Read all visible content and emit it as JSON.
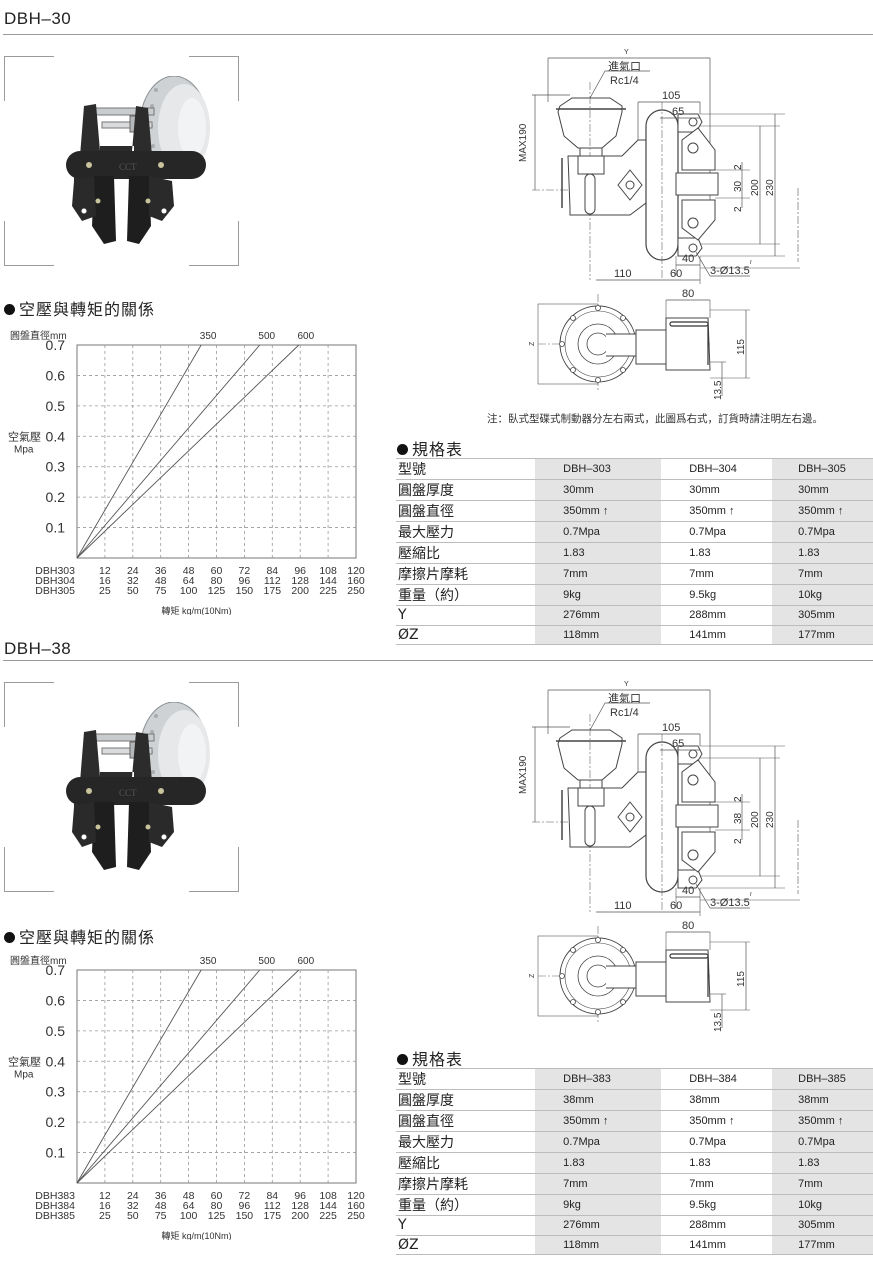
{
  "sections": [
    {
      "title": "DBH–30",
      "photo_alt": "DBH-30 pneumatic disc brake caliper photo",
      "chart_heading": "空壓與轉矩的關係",
      "spec_heading": "規格表",
      "drawing": {
        "inlet_label": "進氣口",
        "inlet_thread": "Rc1/4",
        "dim_y": "Y",
        "dim_max190": "MAX190",
        "dim_105": "105",
        "dim_65": "65",
        "dim_2a": "2",
        "dim_gap": "30",
        "dim_2b": "2",
        "dim_200": "200",
        "dim_230": "230",
        "dim_40": "40",
        "dim_110": "110",
        "dim_60": "60",
        "dim_holes": "3-Ø13.5",
        "dim_r": "r",
        "dim_80": "80",
        "dim_z": "Z",
        "dim_115": "115",
        "dim_13_5": "13.5"
      },
      "note": "注：臥式型碟式制動器分左右兩式，此圖爲右式，訂貨時請注明左右邊。",
      "spec_table": {
        "rows": [
          {
            "label": "型號",
            "values": [
              "DBH–303",
              "DBH–304",
              "DBH–305"
            ]
          },
          {
            "label": "圓盤厚度",
            "values": [
              "30mm",
              "30mm",
              "30mm"
            ]
          },
          {
            "label": "圓盤直徑",
            "values": [
              "350mm ↑",
              "350mm ↑",
              "350mm ↑"
            ]
          },
          {
            "label": "最大壓力",
            "values": [
              "0.7Mpa",
              "0.7Mpa",
              "0.7Mpa"
            ]
          },
          {
            "label": "壓縮比",
            "values": [
              "1.83",
              "1.83",
              "1.83"
            ]
          },
          {
            "label": "摩擦片摩耗",
            "values": [
              "7mm",
              "7mm",
              "7mm"
            ]
          },
          {
            "label": "重量（約）",
            "values": [
              "9kg",
              "9.5kg",
              "10kg"
            ]
          },
          {
            "label": "Y",
            "values": [
              "276mm",
              "288mm",
              "305mm"
            ]
          },
          {
            "label": "ØZ",
            "values": [
              "118mm",
              "141mm",
              "177mm"
            ]
          }
        ]
      }
    },
    {
      "title": "DBH–38",
      "photo_alt": "DBH-38 pneumatic disc brake caliper photo",
      "chart_heading": "空壓與轉矩的關係",
      "spec_heading": "規格表",
      "drawing": {
        "inlet_label": "進氣口",
        "inlet_thread": "Rc1/4",
        "dim_y": "Y",
        "dim_max190": "MAX190",
        "dim_105": "105",
        "dim_65": "65",
        "dim_2a": "2",
        "dim_gap": "38",
        "dim_2b": "2",
        "dim_200": "200",
        "dim_230": "230",
        "dim_40": "40",
        "dim_110": "110",
        "dim_60": "60",
        "dim_holes": "3-Ø13.5",
        "dim_r": "r",
        "dim_80": "80",
        "dim_z": "Z",
        "dim_115": "115",
        "dim_13_5": "13.5"
      },
      "note": "",
      "spec_table": {
        "rows": [
          {
            "label": "型號",
            "values": [
              "DBH–383",
              "DBH–384",
              "DBH–385"
            ]
          },
          {
            "label": "圓盤厚度",
            "values": [
              "38mm",
              "38mm",
              "38mm"
            ]
          },
          {
            "label": "圓盤直徑",
            "values": [
              "350mm ↑",
              "350mm ↑",
              "350mm ↑"
            ]
          },
          {
            "label": "最大壓力",
            "values": [
              "0.7Mpa",
              "0.7Mpa",
              "0.7Mpa"
            ]
          },
          {
            "label": "壓縮比",
            "values": [
              "1.83",
              "1.83",
              "1.83"
            ]
          },
          {
            "label": "摩擦片摩耗",
            "values": [
              "7mm",
              "7mm",
              "7mm"
            ]
          },
          {
            "label": "重量（約）",
            "values": [
              "9kg",
              "9.5kg",
              "10kg"
            ]
          },
          {
            "label": "Y",
            "values": [
              "276mm",
              "288mm",
              "305mm"
            ]
          },
          {
            "label": "ØZ",
            "values": [
              "118mm",
              "141mm",
              "177mm"
            ]
          }
        ]
      }
    }
  ],
  "chart_data": [
    {
      "type": "line",
      "title": "空壓與轉矩的關係",
      "top_label": "圓盤直徑mm",
      "ylabel": "空氣壓",
      "ylabel_unit": "Mpa",
      "xlabel": "轉矩  kg/m(10Nm)",
      "ylim": [
        0,
        0.7
      ],
      "yticks": [
        "0.1",
        "0.2",
        "0.3",
        "0.4",
        "0.5",
        "0.6",
        "0.7"
      ],
      "grid": true,
      "x_rows": [
        {
          "model": "DBH303",
          "ticks": [
            "12",
            "24",
            "36",
            "48",
            "60",
            "72",
            "84",
            "96",
            "108",
            "120"
          ]
        },
        {
          "model": "DBH304",
          "ticks": [
            "16",
            "32",
            "48",
            "64",
            "80",
            "96",
            "112",
            "128",
            "144",
            "160"
          ]
        },
        {
          "model": "DBH305",
          "ticks": [
            "25",
            "50",
            "75",
            "100",
            "125",
            "150",
            "175",
            "200",
            "225",
            "250"
          ]
        }
      ],
      "xlim_grid_units": [
        0,
        10
      ],
      "series": [
        {
          "name": "350",
          "x_grid_units": [
            0,
            4.45
          ],
          "y": [
            0,
            0.7
          ]
        },
        {
          "name": "500",
          "x_grid_units": [
            0,
            6.55
          ],
          "y": [
            0,
            0.7
          ]
        },
        {
          "name": "600",
          "x_grid_units": [
            0,
            7.95
          ],
          "y": [
            0,
            0.7
          ]
        }
      ]
    },
    {
      "type": "line",
      "title": "空壓與轉矩的關係",
      "top_label": "圓盤直徑mm",
      "ylabel": "空氣壓",
      "ylabel_unit": "Mpa",
      "xlabel": "轉矩  kg/m(10Nm)",
      "ylim": [
        0,
        0.7
      ],
      "yticks": [
        "0.1",
        "0.2",
        "0.3",
        "0.4",
        "0.5",
        "0.6",
        "0.7"
      ],
      "grid": true,
      "x_rows": [
        {
          "model": "DBH383",
          "ticks": [
            "12",
            "24",
            "36",
            "48",
            "60",
            "72",
            "84",
            "96",
            "108",
            "120"
          ]
        },
        {
          "model": "DBH384",
          "ticks": [
            "16",
            "32",
            "48",
            "64",
            "80",
            "96",
            "112",
            "128",
            "144",
            "160"
          ]
        },
        {
          "model": "DBH385",
          "ticks": [
            "25",
            "50",
            "75",
            "100",
            "125",
            "150",
            "175",
            "200",
            "225",
            "250"
          ]
        }
      ],
      "xlim_grid_units": [
        0,
        10
      ],
      "series": [
        {
          "name": "350",
          "x_grid_units": [
            0,
            4.45
          ],
          "y": [
            0,
            0.7
          ]
        },
        {
          "name": "500",
          "x_grid_units": [
            0,
            6.55
          ],
          "y": [
            0,
            0.7
          ]
        },
        {
          "name": "600",
          "x_grid_units": [
            0,
            7.95
          ],
          "y": [
            0,
            0.7
          ]
        }
      ]
    }
  ]
}
